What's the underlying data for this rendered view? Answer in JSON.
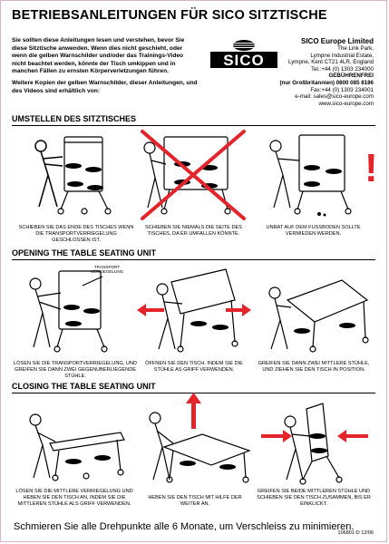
{
  "header": {
    "title": "BETRIEBSANLEITUNGEN FÜR SICO SITZTISCHE"
  },
  "intro": {
    "p1": "Sie sollten diese Anleitungen lesen und verstehen, bevor Sie diese Sitztische anwenden. Wenn dies nicht geschieht, oder wenn die gelben Warnschilder und/oder das Trainings-Video nicht beachtet werden, könnte der Tisch umkippen und in manchen Fällen zu ernsten Körperverletzungen führen.",
    "p2": "Weitere Kopien der gelben Warnschilder, dieser Anleitungen, und des Videos sind erhältlich von:"
  },
  "logo": {
    "text": "SICO"
  },
  "address": {
    "company": "SICO Europe Limited",
    "line1": "The Link Park,",
    "line2": "Lympne Industrial Estate,",
    "line3": "Lympne, Kent CT21 4LR, England",
    "tel": "Tel.:+44 (0) 1303 234000",
    "freephone_label": "GEBÜHRENFREI",
    "freephone": "(nur Großbritannien) 0800 085 8186",
    "fax": "Fax:+44 (0) 1303 234001",
    "email": "e-mail: sales@sico-europe.com",
    "web": "www.sico-europe.com"
  },
  "sections": {
    "s1": {
      "title": "UMSTELLEN DES SITZTISCHES",
      "cap1": "SCHIEBEN SIE DAS ENDE DES TISCHES WENN DIE TRANSPORTVERRIEGELUNG GESCHLOSSEN IST.",
      "cap2": "SCHIEBEN SIE NIEMALS DIE SEITE DES TISCHES, DA ER UMFALLEN KÖNNTE.",
      "cap3": "UNRAT AUF DEM FUSSBODEN SOLLTE VERMIEDEN WERDEN.",
      "exclaim": "!"
    },
    "s2": {
      "title": "OPENING THE TABLE SEATING UNIT",
      "label": "TRANSPORT VERRIEGELUNG",
      "cap1": "LÖSEN SIE DIE TRANSPORTVERRIEGELUNG, UND GREIFEN SIE DANN ZWEI GEGENUBERLIEGENDE STÜHLE.",
      "cap2": "ÖFFNEN SIE DEN TISCH, INDEM SIE DIE STÜHLE AS GRIFF VERWENDEN.",
      "cap3": "GREIFEN SIE DANN ZWEI MITTLERE STÜHLE, UND ZIEHEN SIE DEN TISCH IN POSITION."
    },
    "s3": {
      "title": "CLOSING THE TABLE SEATING UNIT",
      "cap1": "LÖSEN SIE DIE MITTLERE VERRIEGELUNG UND HEBEN SIE DEN TISCH AN, INDEM SIE DIE MITTLEREN STÜHLE ALS GRIFF VERWENDEN.",
      "cap2": "HEBEN SIE DEN TISCH MIT HILFE DER WEITER AN.",
      "cap3": "GREIFEN SIE BEIDE MITTLEREN STÜHLE UND SCHIEBEN SIE DEN TISCH ZUSAMMEN, BIS ER EINKLICKT."
    }
  },
  "footer": {
    "note": "Schmieren Sie alle Drehpunkte alle 6 Monate, um Verschleiss zu minimieren.",
    "code": "106801-D 12/06"
  },
  "colors": {
    "arrow": "#e3242b",
    "border": "#d9b3c4"
  }
}
